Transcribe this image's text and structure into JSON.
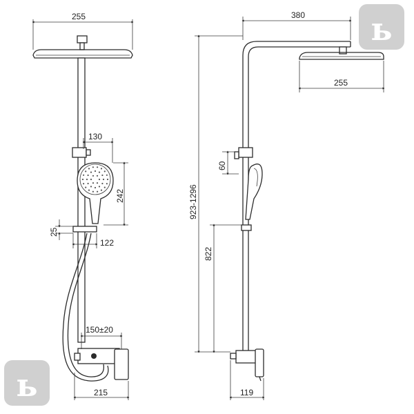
{
  "dimensions": {
    "front_head_width": "255",
    "handshower_offset": "130",
    "handshower_height": "242",
    "holder_height": "25",
    "holder_width": "122",
    "mixer_spacing": "150±20",
    "mixer_width": "215",
    "arm_length": "380",
    "side_head_width": "255",
    "height_range": "923-1296",
    "slider_offset": "60",
    "outlet_height": "822",
    "mixer_depth": "119"
  },
  "logo": {
    "glyph": "ь"
  },
  "colors": {
    "line": "#2b2b2b",
    "dot": "#555555",
    "logo_bg": "#d0d0d0"
  }
}
